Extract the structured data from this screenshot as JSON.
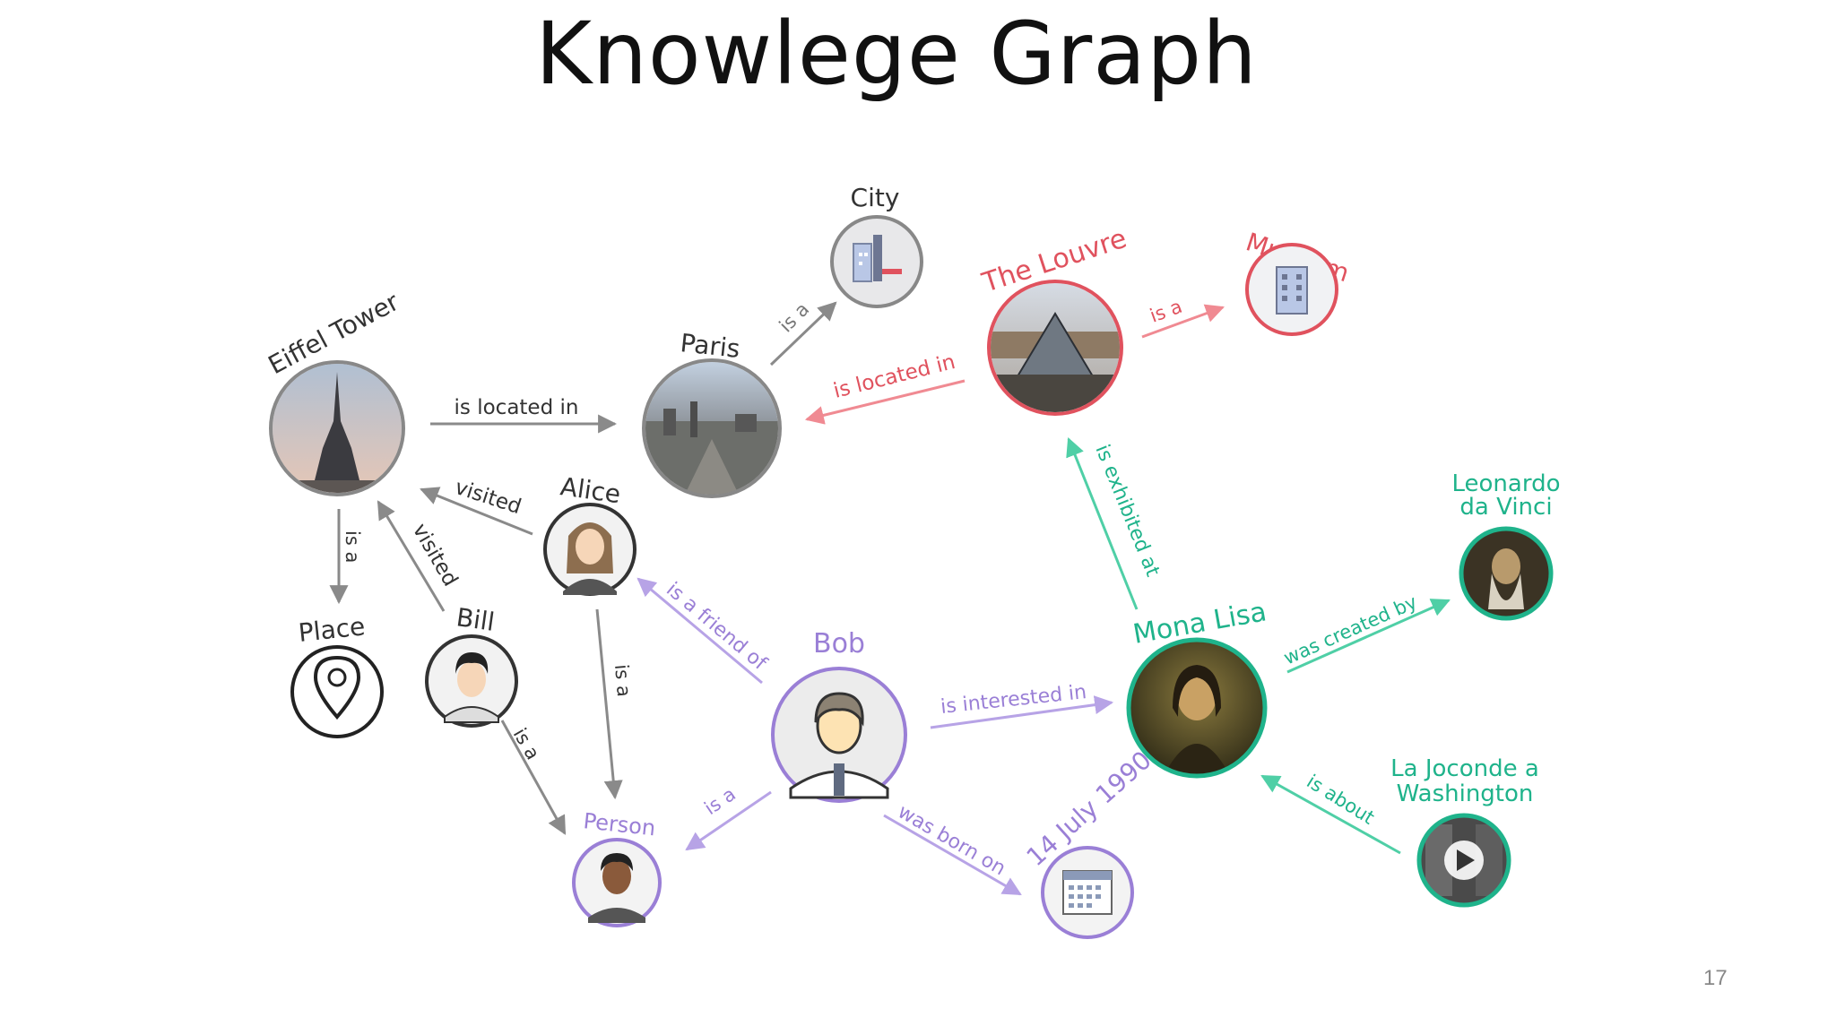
{
  "title": "Knowlege Graph",
  "page_number": "17",
  "colors": {
    "gray": "#8a8a8a",
    "red": "#e0525e",
    "purple": "#9a7fd6",
    "green": "#1fb38b",
    "text_dark": "#333333"
  },
  "nodes": {
    "eiffel": {
      "label": "Eiffel Tower",
      "icon": "eiffel-tower-photo"
    },
    "paris": {
      "label": "Paris",
      "icon": "paris-city-photo"
    },
    "city": {
      "label": "City",
      "icon": "city-buildings-icon"
    },
    "louvre": {
      "label": "The Louvre",
      "icon": "louvre-pyramid-photo"
    },
    "museum": {
      "label": "Museum",
      "icon": "museum-building-icon"
    },
    "alice": {
      "label": "Alice",
      "icon": "woman-avatar-icon"
    },
    "bill": {
      "label": "Bill",
      "icon": "man-avatar-icon"
    },
    "place": {
      "label": "Place",
      "icon": "location-pin-icon"
    },
    "bob": {
      "label": "Bob",
      "icon": "man-tie-avatar-icon"
    },
    "person": {
      "label": "Person",
      "icon": "person-avatar-icon"
    },
    "date": {
      "label": "14 July 1990",
      "icon": "calendar-icon"
    },
    "monalisa": {
      "label": "Mona Lisa",
      "icon": "mona-lisa-painting"
    },
    "leonardo": {
      "label_line1": "Leonardo",
      "label_line2": "da Vinci",
      "icon": "da-vinci-portrait"
    },
    "joconde": {
      "label_line1": "La Joconde a",
      "label_line2": "Washington",
      "icon": "video-play-icon"
    }
  },
  "edges": {
    "eiffel_paris": "is located in",
    "paris_city": "is a",
    "louvre_paris": "is located in",
    "louvre_museum": "is a",
    "alice_eiffel": "visited",
    "bill_eiffel": "visited",
    "eiffel_place": "is a",
    "alice_person": "is a",
    "bill_person": "is a",
    "bob_alice": "is a friend of",
    "bob_person": "is a",
    "bob_monalisa": "is interested in",
    "bob_date": "was born on",
    "monalisa_louvre": "is exhibited at",
    "monalisa_leonardo": "was created by",
    "joconde_monalisa": "is about"
  }
}
